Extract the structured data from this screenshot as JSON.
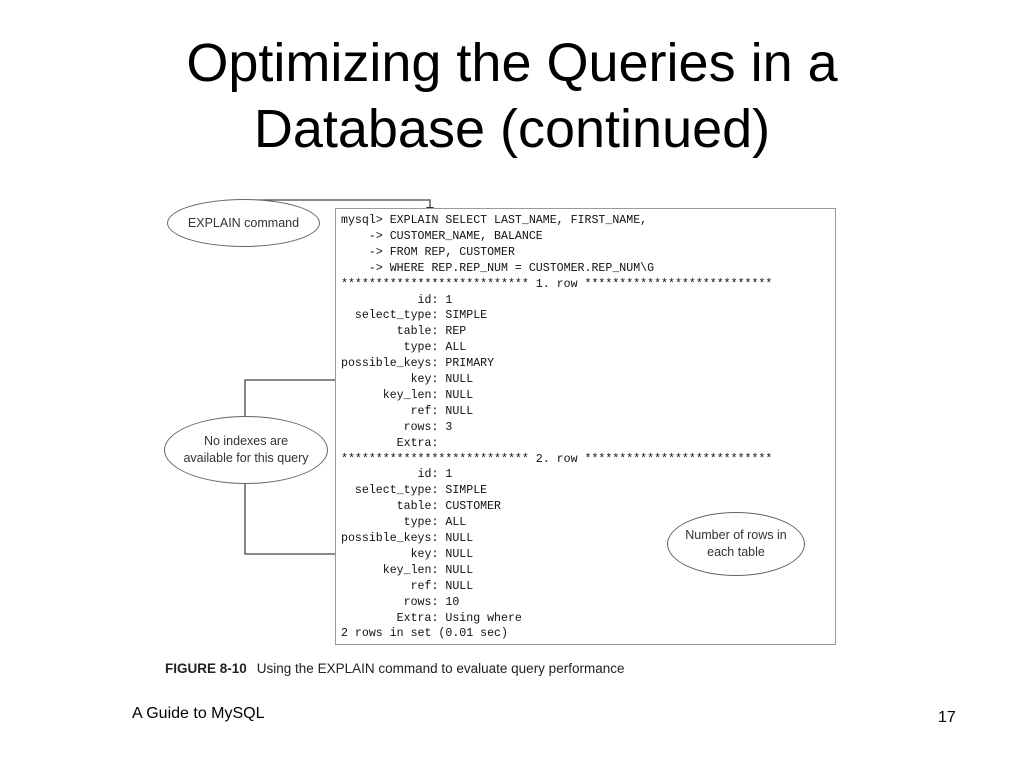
{
  "slide": {
    "title_lines": [
      "Optimizing the Queries in a",
      "Database (continued)"
    ],
    "footer": "A Guide to MySQL",
    "page_number": "17"
  },
  "figure": {
    "console_lines": [
      "mysql> EXPLAIN SELECT LAST_NAME, FIRST_NAME,",
      "    -> CUSTOMER_NAME, BALANCE",
      "    -> FROM REP, CUSTOMER",
      "    -> WHERE REP.REP_NUM = CUSTOMER.REP_NUM\\G",
      "*************************** 1. row ***************************",
      "           id: 1",
      "  select_type: SIMPLE",
      "        table: REP",
      "         type: ALL",
      "possible_keys: PRIMARY",
      "          key: NULL",
      "      key_len: NULL",
      "          ref: NULL",
      "         rows: 3",
      "        Extra:",
      "*************************** 2. row ***************************",
      "           id: 1",
      "  select_type: SIMPLE",
      "        table: CUSTOMER",
      "         type: ALL",
      "possible_keys: NULL",
      "          key: NULL",
      "      key_len: NULL",
      "          ref: NULL",
      "         rows: 10",
      "        Extra: Using where",
      "2 rows in set (0.01 sec)"
    ],
    "callouts": {
      "explain": [
        "EXPLAIN command"
      ],
      "no_indexes": [
        "No indexes are",
        "available for this query"
      ],
      "rows": [
        "Number of rows in",
        "each table"
      ]
    },
    "caption_label": "FIGURE 8-10",
    "caption_text": "Using the EXPLAIN command to evaluate query performance"
  }
}
